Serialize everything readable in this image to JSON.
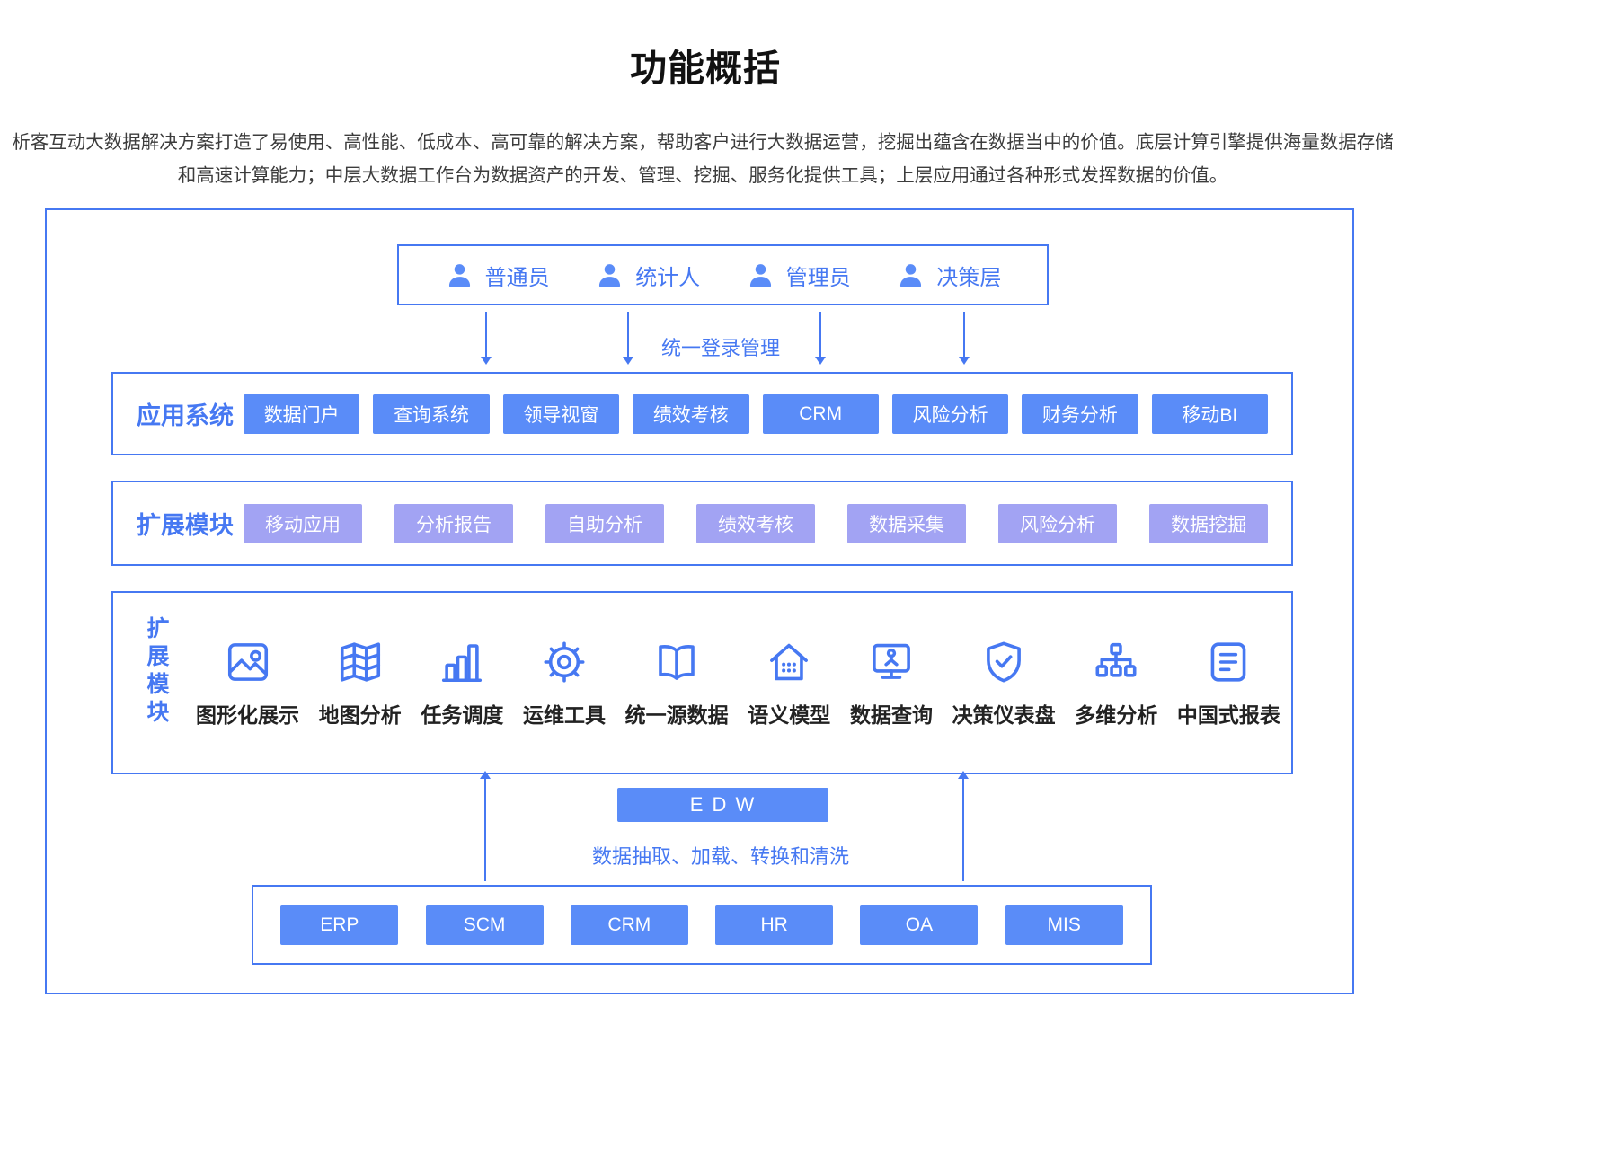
{
  "colors": {
    "chip_blue": "#5A8CF8",
    "chip_purple": "#A2A3F3",
    "line_blue": "#4678F2",
    "text_blue": "#4678F2",
    "title_color": "#111111",
    "desc_color": "#3c3c3c",
    "module_label_color": "#222222"
  },
  "header": {
    "title": "功能概括",
    "description": "析客互动大数据解决方案打造了易使用、高性能、低成本、高可靠的解决方案，帮助客户进行大数据运营，挖掘出蕴含在数据当中的价值。底层计算引擎提供海量数据存储和高速计算能力；中层大数据工作台为数据资产的开发、管理、挖掘、服务化提供工具；上层应用通过各种形式发挥数据的价值。"
  },
  "diagram": {
    "users": [
      {
        "label": "普通员",
        "icon": "user-icon"
      },
      {
        "label": "统计人",
        "icon": "user-icon"
      },
      {
        "label": "管理员",
        "icon": "user-icon"
      },
      {
        "label": "决策层",
        "icon": "user-icon"
      }
    ],
    "login_label": "统一登录管理",
    "app_row": {
      "label": "应用系统",
      "items": [
        "数据门户",
        "查询系统",
        "领导视窗",
        "绩效考核",
        "CRM",
        "风险分析",
        "财务分析",
        "移动BI"
      ]
    },
    "ext_row": {
      "label": "扩展模块",
      "items": [
        "移动应用",
        "分析报告",
        "自助分析",
        "绩效考核",
        "数据采集",
        "风险分析",
        "数据挖掘"
      ]
    },
    "module_box": {
      "label": "扩展模块",
      "items": [
        {
          "label": "图形化展示",
          "icon": "image-icon"
        },
        {
          "label": "地图分析",
          "icon": "map-icon"
        },
        {
          "label": "任务调度",
          "icon": "bar-chart-icon"
        },
        {
          "label": "运维工具",
          "icon": "gear-icon"
        },
        {
          "label": "统一源数据",
          "icon": "book-icon"
        },
        {
          "label": "语义模型",
          "icon": "house-data-icon"
        },
        {
          "label": "数据查询",
          "icon": "monitor-icon"
        },
        {
          "label": "决策仪表盘",
          "icon": "shield-check-icon"
        },
        {
          "label": "多维分析",
          "icon": "tree-icon"
        },
        {
          "label": "中国式报表",
          "icon": "report-icon"
        }
      ]
    },
    "edw": {
      "label": "E D W",
      "etl_label": "数据抽取、加载、转换和清洗"
    },
    "sources": [
      "ERP",
      "SCM",
      "CRM",
      "HR",
      "OA",
      "MIS"
    ]
  }
}
